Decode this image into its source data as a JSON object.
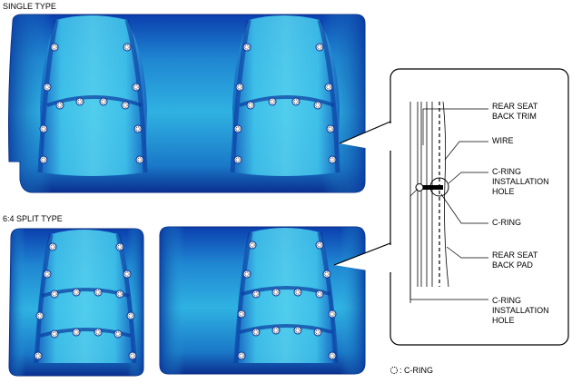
{
  "sections": {
    "single": "SINGLE TYPE",
    "split": "6:4 SPLIT TYPE"
  },
  "callouts": {
    "trim": "REAR SEAT\nBACK TRIM",
    "wire": "WIRE",
    "install_hole_top": "C-RING\nINSTALLATION\nHOLE",
    "cring": "C-RING",
    "pad": "REAR SEAT\nBACK PAD",
    "install_hole_bottom": "C-RING\nINSTALLATION\nHOLE"
  },
  "legend": {
    "text": ": C-RING",
    "icon": "c-ring-icon"
  },
  "colors": {
    "seat_dark": "#0a3aa0",
    "seat_light": "#2aa8d8",
    "highlight": "#55d0ee"
  }
}
